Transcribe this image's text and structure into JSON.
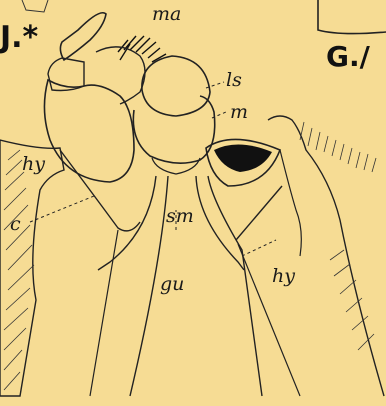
{
  "panels": {
    "left": "J.*",
    "right": "G./"
  },
  "labels": {
    "ma": "ma",
    "ls": "ls",
    "m": "m",
    "hy_left": "hy",
    "c": "c",
    "sm": "sm",
    "gu": "gu",
    "hy_right": "hy"
  },
  "colors": {
    "paper": "#f6dc94",
    "ink": "#1a1a1a"
  }
}
